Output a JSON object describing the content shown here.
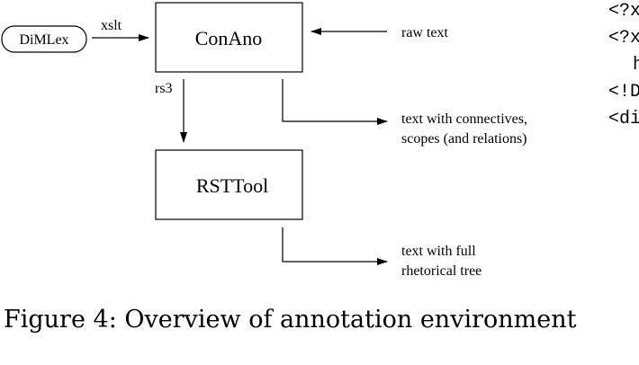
{
  "diagram": {
    "nodes": {
      "dimlex": "DiMLex",
      "conano": "ConAno",
      "rsttool": "RSTTool"
    },
    "edge_labels": {
      "xslt": "xslt",
      "rs3": "rs3"
    },
    "annotations": {
      "raw_text": "raw text",
      "connectives_line1": "text with connectives,",
      "connectives_line2": "scopes (and relations)",
      "rhetorical_line1": "text with full",
      "rhetorical_line2": "rhetorical tree"
    }
  },
  "caption": "Figure 4: Overview of annotation environment",
  "code_snippet": [
    "<?x",
    "<?x",
    "h",
    "<!D",
    "<di"
  ]
}
